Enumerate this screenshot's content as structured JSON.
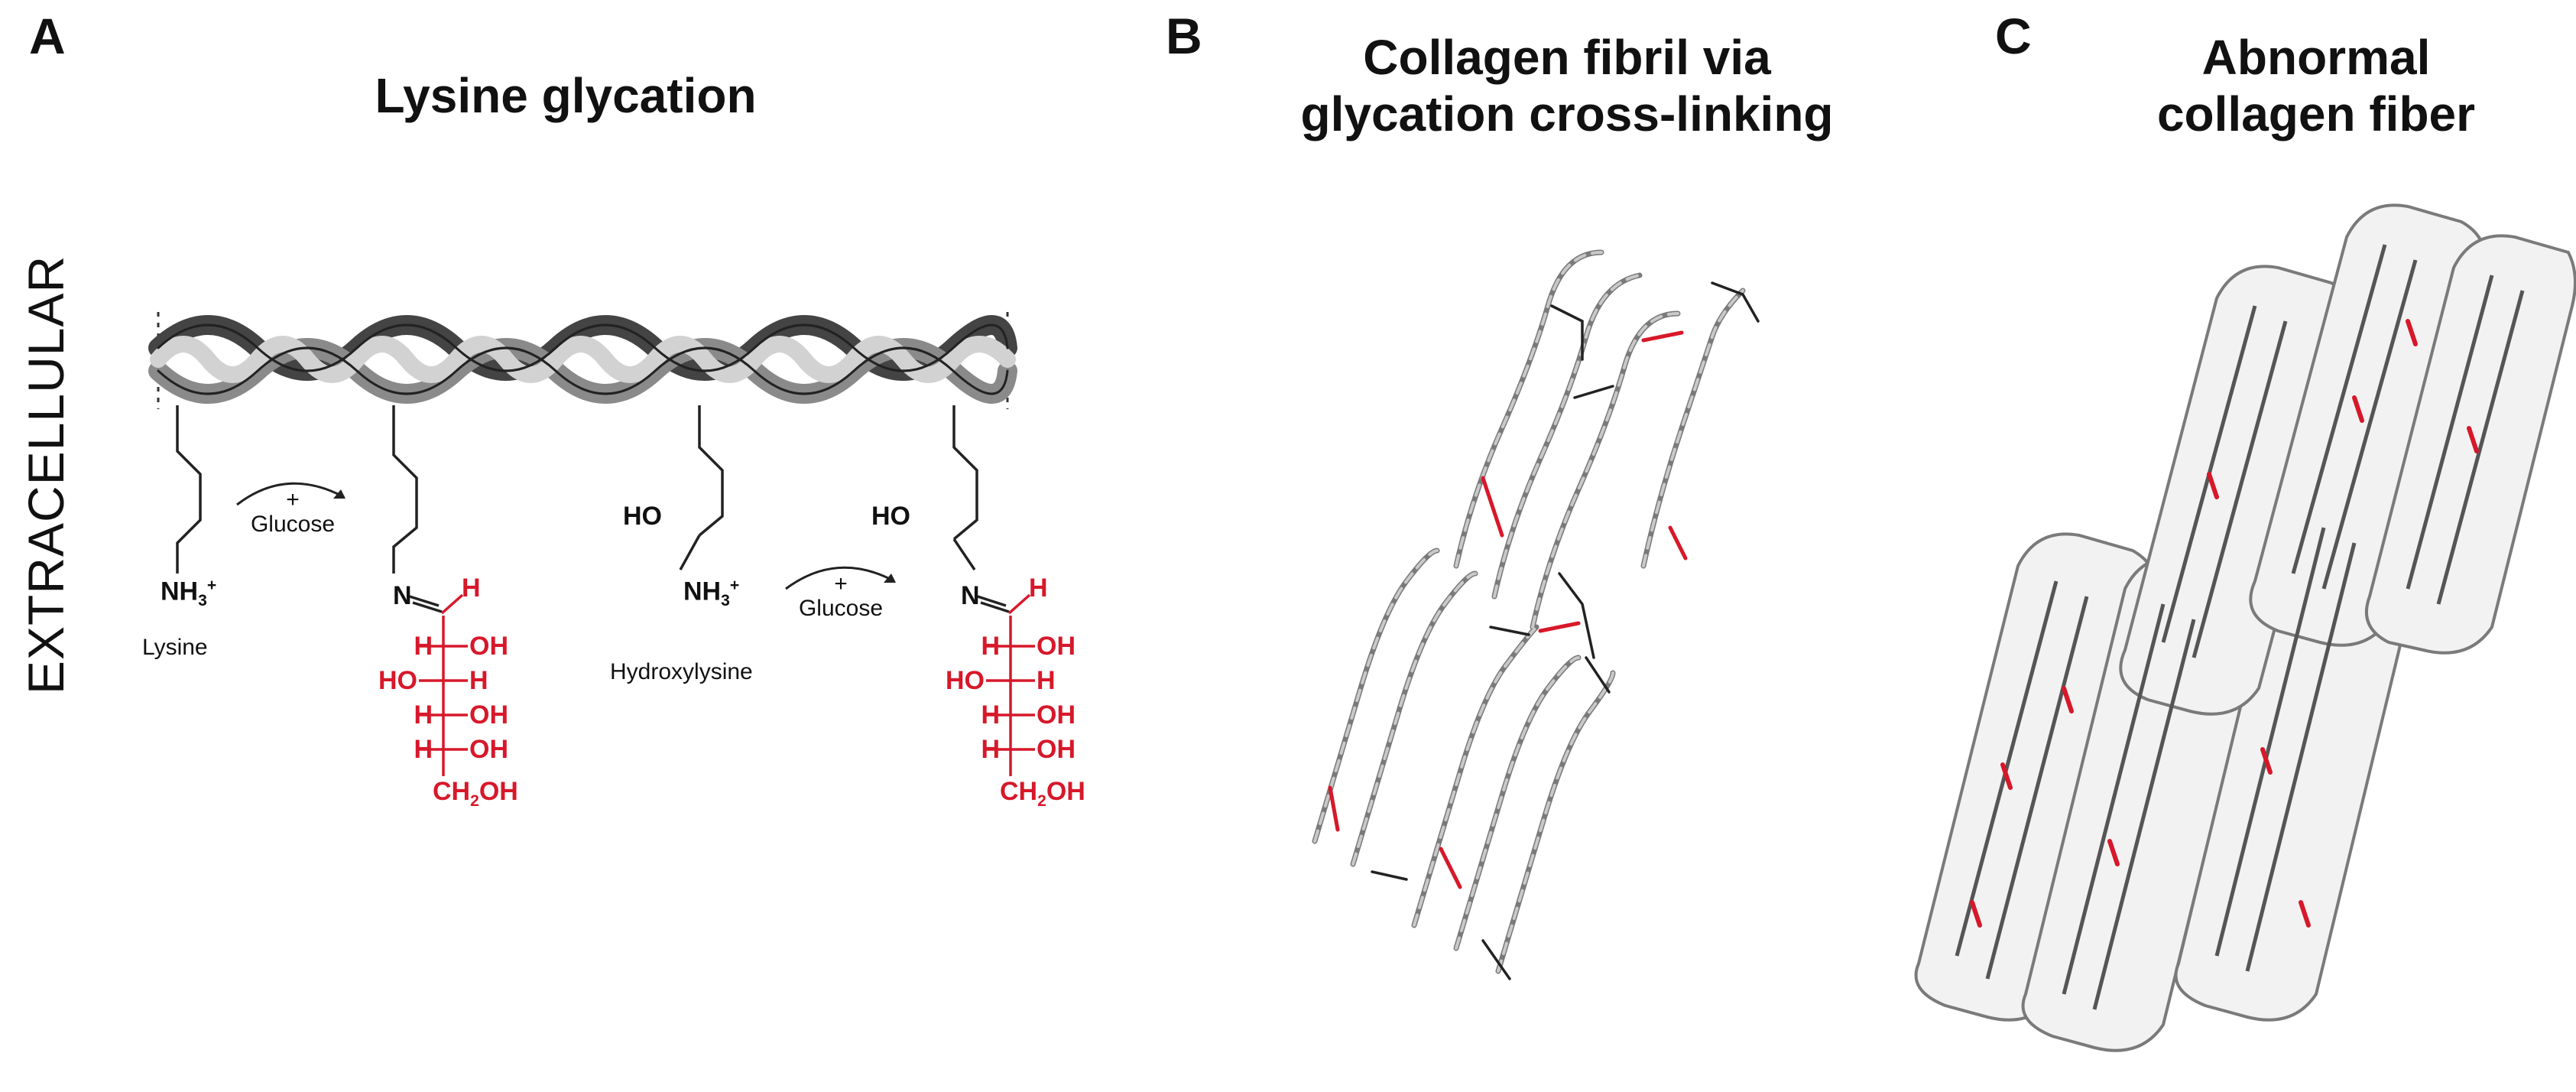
{
  "panels": {
    "a": {
      "letter": "A",
      "title": "Lysine glycation",
      "side_label": "EXTRACELLULAR"
    },
    "b": {
      "letter": "B",
      "title_line1": "Collagen fibril via",
      "title_line2": "glycation cross-linking"
    },
    "c": {
      "letter": "C",
      "title_line1": "Abnormal",
      "title_line2": "collagen fiber"
    }
  },
  "chemistry": {
    "lysine_label": "Lysine",
    "hydroxylysine_label": "Hydroxylysine",
    "amine": "NH",
    "amine_sub": "3",
    "amine_sup": "+",
    "hydroxyl": "HO",
    "plus": "+",
    "glucose": "Glucose",
    "imine_n": "N",
    "imine_h": "H",
    "sugar_rows": [
      {
        "left": "H",
        "right": "OH"
      },
      {
        "left": "HO",
        "right": "H"
      },
      {
        "left": "H",
        "right": "OH"
      },
      {
        "left": "H",
        "right": "OH"
      }
    ],
    "terminal": "CH",
    "terminal_sub": "2",
    "terminal_end": "OH"
  },
  "colors": {
    "glycation_red": "#d7182a",
    "helix_dark": "#555555",
    "helix_mid": "#8a8a8a",
    "helix_light": "#cfcfcf",
    "crosslink_black": "#222222"
  }
}
